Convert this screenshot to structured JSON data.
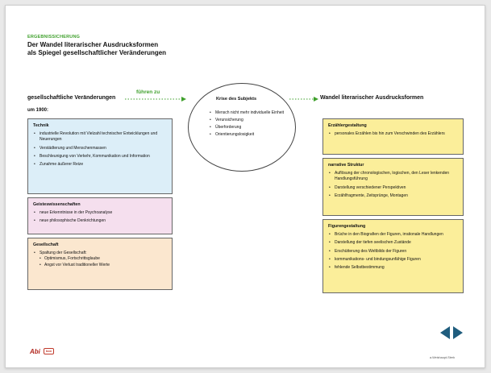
{
  "header": {
    "kicker": "ERGEBNISSICHERUNG",
    "title_line1": "Der Wandel literarischer Ausdrucksformen",
    "title_line2": "als Spiegel gesellschaftlicher Veränderungen"
  },
  "diagram": {
    "left_heading": "gesellschaftliche Veränderungen",
    "arrow_label": "führen zu",
    "right_heading": "Wandel literarischer Ausdrucksformen",
    "date_label": "um 1900:",
    "center": {
      "heading": "Krise des Subjekts",
      "items": [
        "Mensch nicht mehr individuelle Einheit",
        "Verunsicherung",
        "Überforderung",
        "Orientierungslosigkeit"
      ]
    },
    "left_boxes": {
      "technik": {
        "heading": "Technik",
        "items": [
          "industrielle Revolution mit Vielzahl technischer Entwicklungen und Neuerungen",
          "Verstädterung und Menschenmassen",
          "Beschleunigung von Verkehr, Kommunikation und Information",
          "Zunahme äußerer Reize"
        ]
      },
      "geist": {
        "heading": "Geisteswissenschaften",
        "items": [
          "neue Erkenntnisse in der Psychoanalyse",
          "neue philosophische Denkrichtungen"
        ]
      },
      "gesellschaft": {
        "heading": "Gesellschaft",
        "item": "Spaltung der Gesellschaft:",
        "subitems": [
          "Optimismus, Fortschrittsglaube",
          "Angst vor Verlust traditioneller Werte"
        ]
      }
    },
    "right_boxes": {
      "erzaehler": {
        "heading": "Erzählergestaltung",
        "items": [
          "personales Erzählen bis hin zum Verschwinden des Erzählers"
        ]
      },
      "struktur": {
        "heading": "narrative Struktur",
        "items": [
          "Auflösung der chronologischen, logischen, den Leser lenkenden Handlungsführung",
          "Darstellung verschiedener Perspektiven",
          "Erzählfragmente, Zeitsprünge, Montagen"
        ]
      },
      "figuren": {
        "heading": "Figurengestaltung",
        "items": [
          "Brüche in den Biografien der Figuren, irrationale Handlungen",
          "Darstellung der tiefen seelischen Zustände",
          "Erschütterung des Weltbilds der Figuren",
          "kommunikations- und bindungsunfähige Figuren",
          "fehlende Selbstbestimmung"
        ]
      }
    }
  },
  "footer": {
    "logo_text": "Abi",
    "logo_mark": "box",
    "credit": "a.Weishaupt-Sterk"
  },
  "colors": {
    "accent_green": "#3fa02c",
    "nav_blue": "#1f5d7e",
    "logo_red": "#b0241c"
  }
}
